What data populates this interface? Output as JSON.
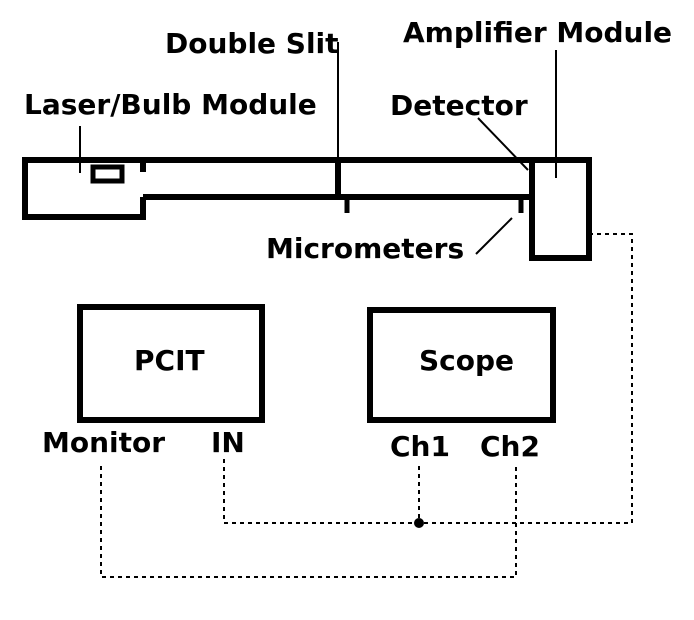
{
  "labels": {
    "laser_bulb_module": "Laser/Bulb Module",
    "double_slit": "Double Slit",
    "amplifier_module": "Amplifier Module",
    "detector": "Detector",
    "micrometers": "Micrometers",
    "pcit": "PCIT",
    "scope": "Scope",
    "monitor": "Monitor",
    "in": "IN",
    "ch1": "Ch1",
    "ch2": "Ch2"
  },
  "colors": {
    "line": "#000000",
    "background": "#ffffff"
  }
}
